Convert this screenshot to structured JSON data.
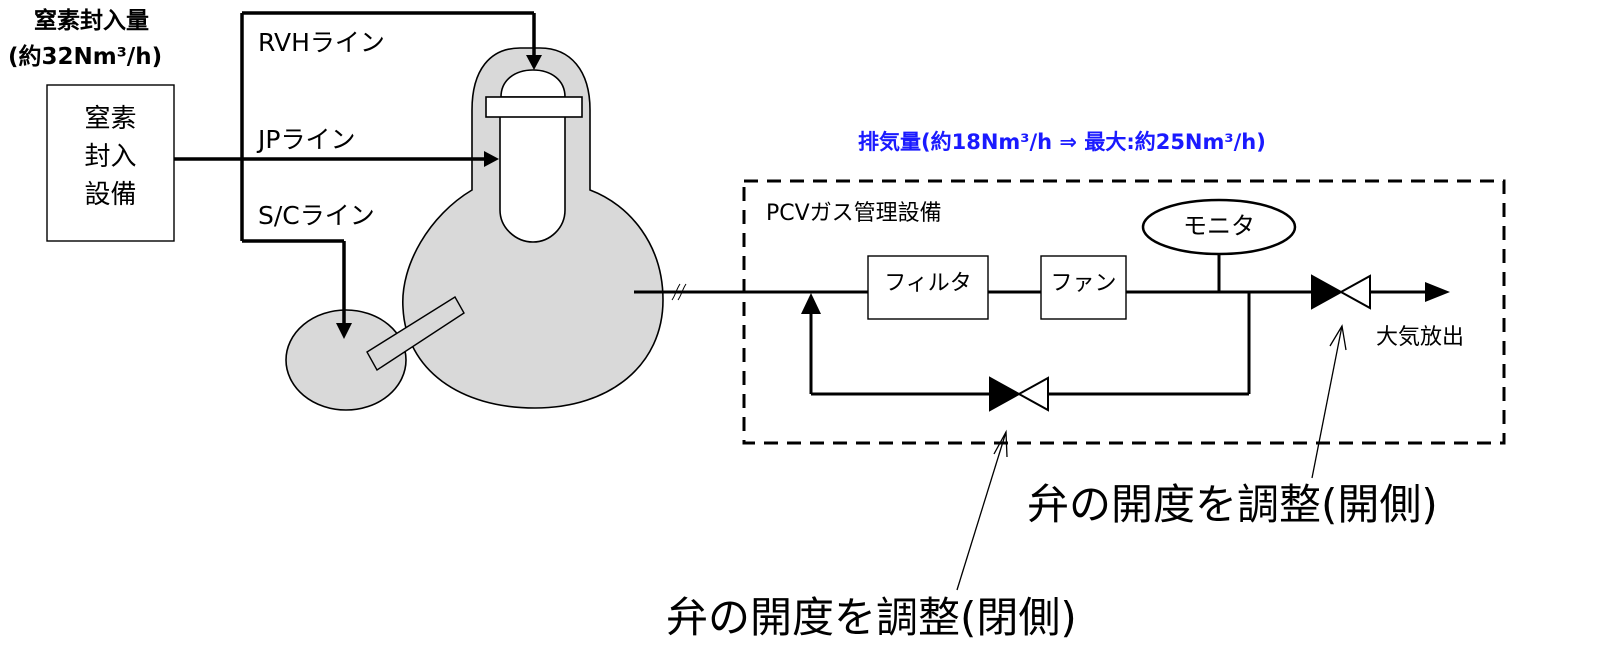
{
  "nitrogen": {
    "title": "窒素封入量",
    "flow": "(約32Nm³/h)",
    "equipment_lines": [
      "窒素",
      "封入",
      "設備"
    ]
  },
  "lines": {
    "rvh": "RVHライン",
    "jp": "JPライン",
    "sc": "S/Cライン"
  },
  "exhaust": {
    "label": "排気量(約18Nm³/h ⇒ 最大:約25Nm³/h)",
    "color": "#1a1aff"
  },
  "pcv": {
    "title": "PCVガス管理設備",
    "filter": "フィルタ",
    "fan": "ファン",
    "monitor": "モニタ",
    "release": "大気放出"
  },
  "annotations": {
    "open": "弁の開度を調整(開側)",
    "close": "弁の開度を調整(閉側)"
  },
  "colors": {
    "vessel_fill": "#d9d9d9",
    "line": "#000000"
  }
}
